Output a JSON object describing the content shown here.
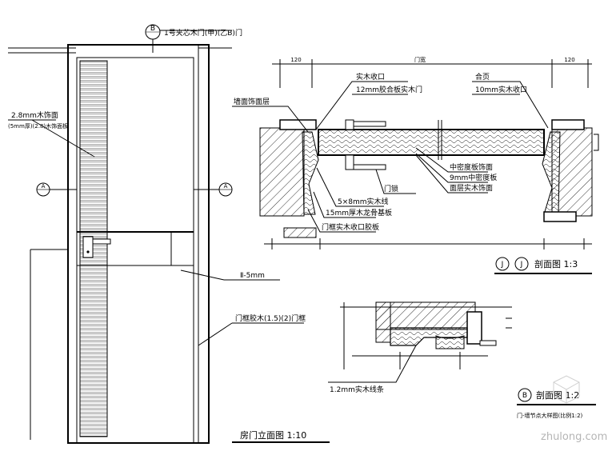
{
  "labels": {
    "door_top_finish": "1号夹芯木门(甲)(乙B)门",
    "veneer_left": "2.8mm木饰面",
    "veneer_left_sub": "(5mm厚)(2.8)木饰面板",
    "middle_line": "Ⅱ-5mm",
    "door_frame": "门框胶木(1.5)(2)门框",
    "section_top_left": "实木收口",
    "section_top_left_sub": "12mm胶合板实木门",
    "section_top_right": "合页",
    "section_top_right_sub": "10mm实木收口",
    "wall_finish": "墙面饰面层",
    "handle": "门锁",
    "ply_1": "5×8mm实木线",
    "ply_2": "15mm厚木龙骨基板",
    "ply_3": "门框实木收口胶板",
    "core_1": "中密度板饰面",
    "core_2": "9mm中密度板",
    "core_3": "面层实木饰面",
    "detail_b_note": "1.2mm实木线条",
    "dim_top": "门宽",
    "dim_small": "120"
  },
  "titles": {
    "circle_top": "B",
    "circle_left": "A",
    "circle_right": "A",
    "elevation_title": "房门立面图 1:10",
    "section_j_circle_1": "J",
    "section_j_circle_2": "J",
    "section_j_title": "剖面图 1:3",
    "section_b_circle": "B",
    "section_b_title": "剖面图 1:2",
    "section_b_sub": "门-墙节点大样图(比例1:2)"
  },
  "watermark": {
    "text": "zhulong.com"
  }
}
